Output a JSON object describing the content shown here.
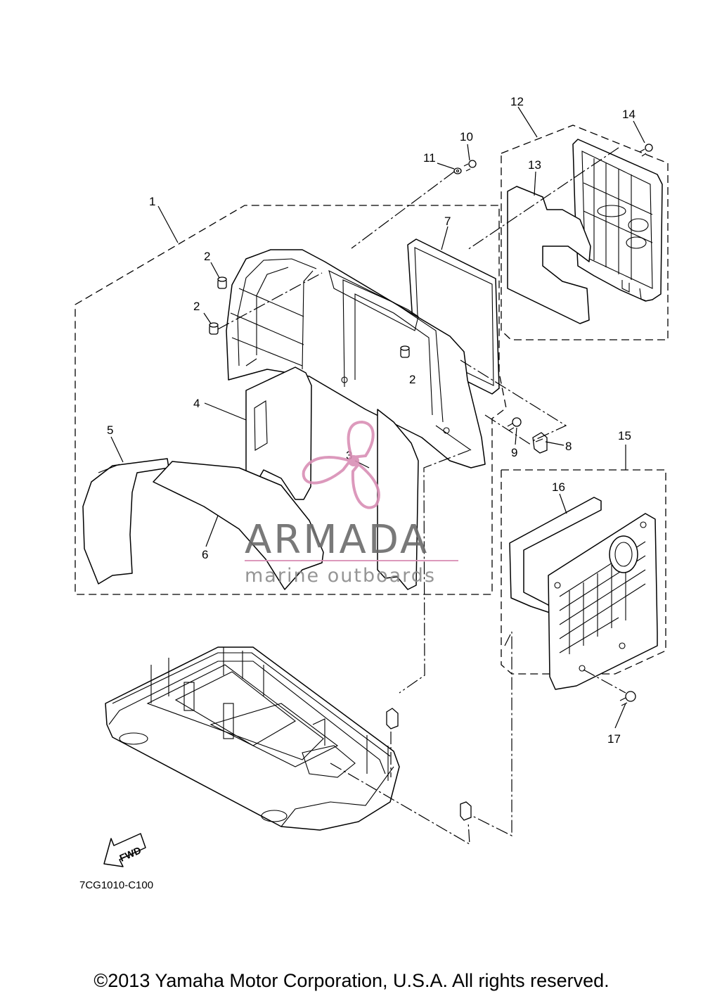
{
  "diagram": {
    "ref_code": "7CG1010-C100",
    "fwd_label": "FWD",
    "callouts": [
      "1",
      "2",
      "2",
      "2",
      "3",
      "4",
      "5",
      "6",
      "7",
      "8",
      "9",
      "10",
      "11",
      "12",
      "13",
      "14",
      "15",
      "16",
      "17"
    ]
  },
  "watermark": {
    "title": "ARMADA",
    "subtitle": "marine outboards",
    "color": "#d98fb5"
  },
  "footer": {
    "copyright": "©2013 Yamaha Motor Corporation, U.S.A. All rights reserved."
  }
}
